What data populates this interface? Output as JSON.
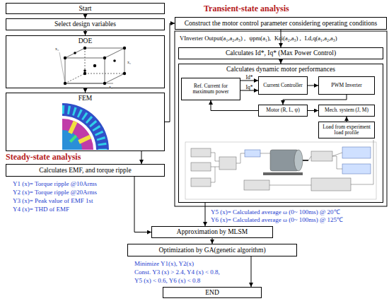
{
  "diagram": {
    "nodes": [
      {
        "text": [
          "Start"
        ]
      },
      {
        "text": [
          "Select design variables"
        ]
      },
      {
        "text": [
          "DOE"
        ]
      },
      {
        "text": [
          "FEM"
        ]
      },
      {
        "text": [
          "Calculates EMF, and torque ripple"
        ]
      },
      {
        "text": [
          "Construct the motor control parameter considering operating conditions"
        ]
      },
      {
        "text": [
          "Calculates Id*, Iq* (Max Power Control)"
        ]
      },
      {
        "text": [
          "Calculates dynamic motor performances"
        ]
      },
      {
        "text": [
          "Ref. Current for maximum power"
        ],
        "in": 7
      },
      {
        "text": [
          "Current Controller"
        ],
        "in": 7
      },
      {
        "text": [
          "PWM Inverter"
        ],
        "in": 7
      },
      {
        "text": [
          "Motor (R, L, ψ)"
        ],
        "in": 7
      },
      {
        "text": [
          "Mech. system (J, M)"
        ],
        "in": 7
      },
      {
        "text": [
          "Load from experiment load profile"
        ],
        "in": 7
      },
      {
        "text": [
          "Approximation by MLSM"
        ]
      },
      {
        "text": [
          "Optimization by GA(genetic algorithm)"
        ]
      },
      {
        "text": [
          "END"
        ]
      }
    ],
    "edges": [
      {
        "from": 0,
        "to": 1,
        "arrow": "to"
      },
      {
        "from": 1,
        "to": 2,
        "arrow": "to"
      },
      {
        "from": 2,
        "to": 3,
        "arrow": "to"
      },
      {
        "from": 3,
        "to": 4,
        "arrow": "to"
      },
      {
        "from": 4,
        "to": 14,
        "arrow": "to"
      },
      {
        "from": 3,
        "to": 5,
        "arrow": "to"
      },
      {
        "from": 5,
        "to": 6,
        "arrow": "to"
      },
      {
        "from": 6,
        "to": 7,
        "arrow": "to"
      },
      {
        "from": 7,
        "to": 14,
        "arrow": "to"
      },
      {
        "from": 8,
        "to": 9,
        "label": "Id*",
        "arrow": "to"
      },
      {
        "from": 8,
        "to": 9,
        "label": "Iq*",
        "arrow": "to"
      },
      {
        "from": 9,
        "to": 10,
        "arrow": "to"
      },
      {
        "from": 10,
        "to": 11,
        "arrow": "to"
      },
      {
        "from": 11,
        "to": 12,
        "arrow": "to"
      },
      {
        "from": 13,
        "to": 12,
        "arrow": "to"
      },
      {
        "from": 11,
        "to": 8,
        "arrow": "to"
      },
      {
        "from": 14,
        "to": 15,
        "arrow": "to"
      },
      {
        "from": 15,
        "to": 16,
        "arrow": "to"
      }
    ],
    "labels": [
      "Steady-state analysis",
      "Transient-state analysis",
      "Y1 (x)= Torque ripple @10Arms",
      "Y2 (x)= Torque ripple @20Arms",
      "Y3 (x)= Peak value of EMF 1st",
      "Y4 (x)= THD of EMF",
      "Y5 (x)= Calculated average ω (0~ 100ms) @ 20℃",
      "Y6 (x)= Calculated average ω (0~ 100ms) @ 125℃",
      "Minimize Y1(x), Y2(x)",
      "Const. Y3 (x) > 2.4, Y4 (x) < 0.8,",
      "Y5 (x) < 0.6, Y6 (x) < 0.8",
      "VInverter Output(a₁,a₂,a₃) ,",
      "ψpm(a₁),",
      "Kci(a₂,a₃) ,",
      "Ld,q(a₁,a₂,a₃)",
      "x₁",
      "x₂",
      "x₃"
    ]
  }
}
